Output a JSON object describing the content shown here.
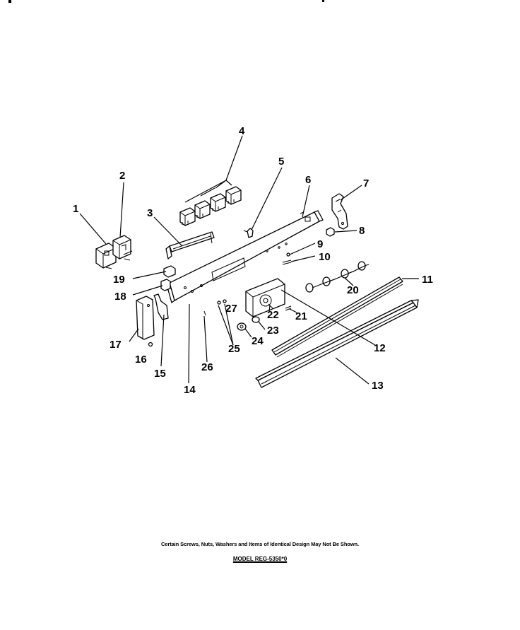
{
  "diagram": {
    "callouts": [
      "1",
      "2",
      "3",
      "4",
      "5",
      "6",
      "7",
      "8",
      "9",
      "10",
      "11",
      "12",
      "13",
      "14",
      "15",
      "16",
      "17",
      "18",
      "19",
      "20",
      "21",
      "22",
      "23",
      "24",
      "25",
      "26",
      "27"
    ]
  },
  "footer": {
    "disclaimer": "Certain Screws, Nuts, Washers and Items of Identical Design May Not Be Shown.",
    "model": "MODEL REG-5350*0"
  }
}
